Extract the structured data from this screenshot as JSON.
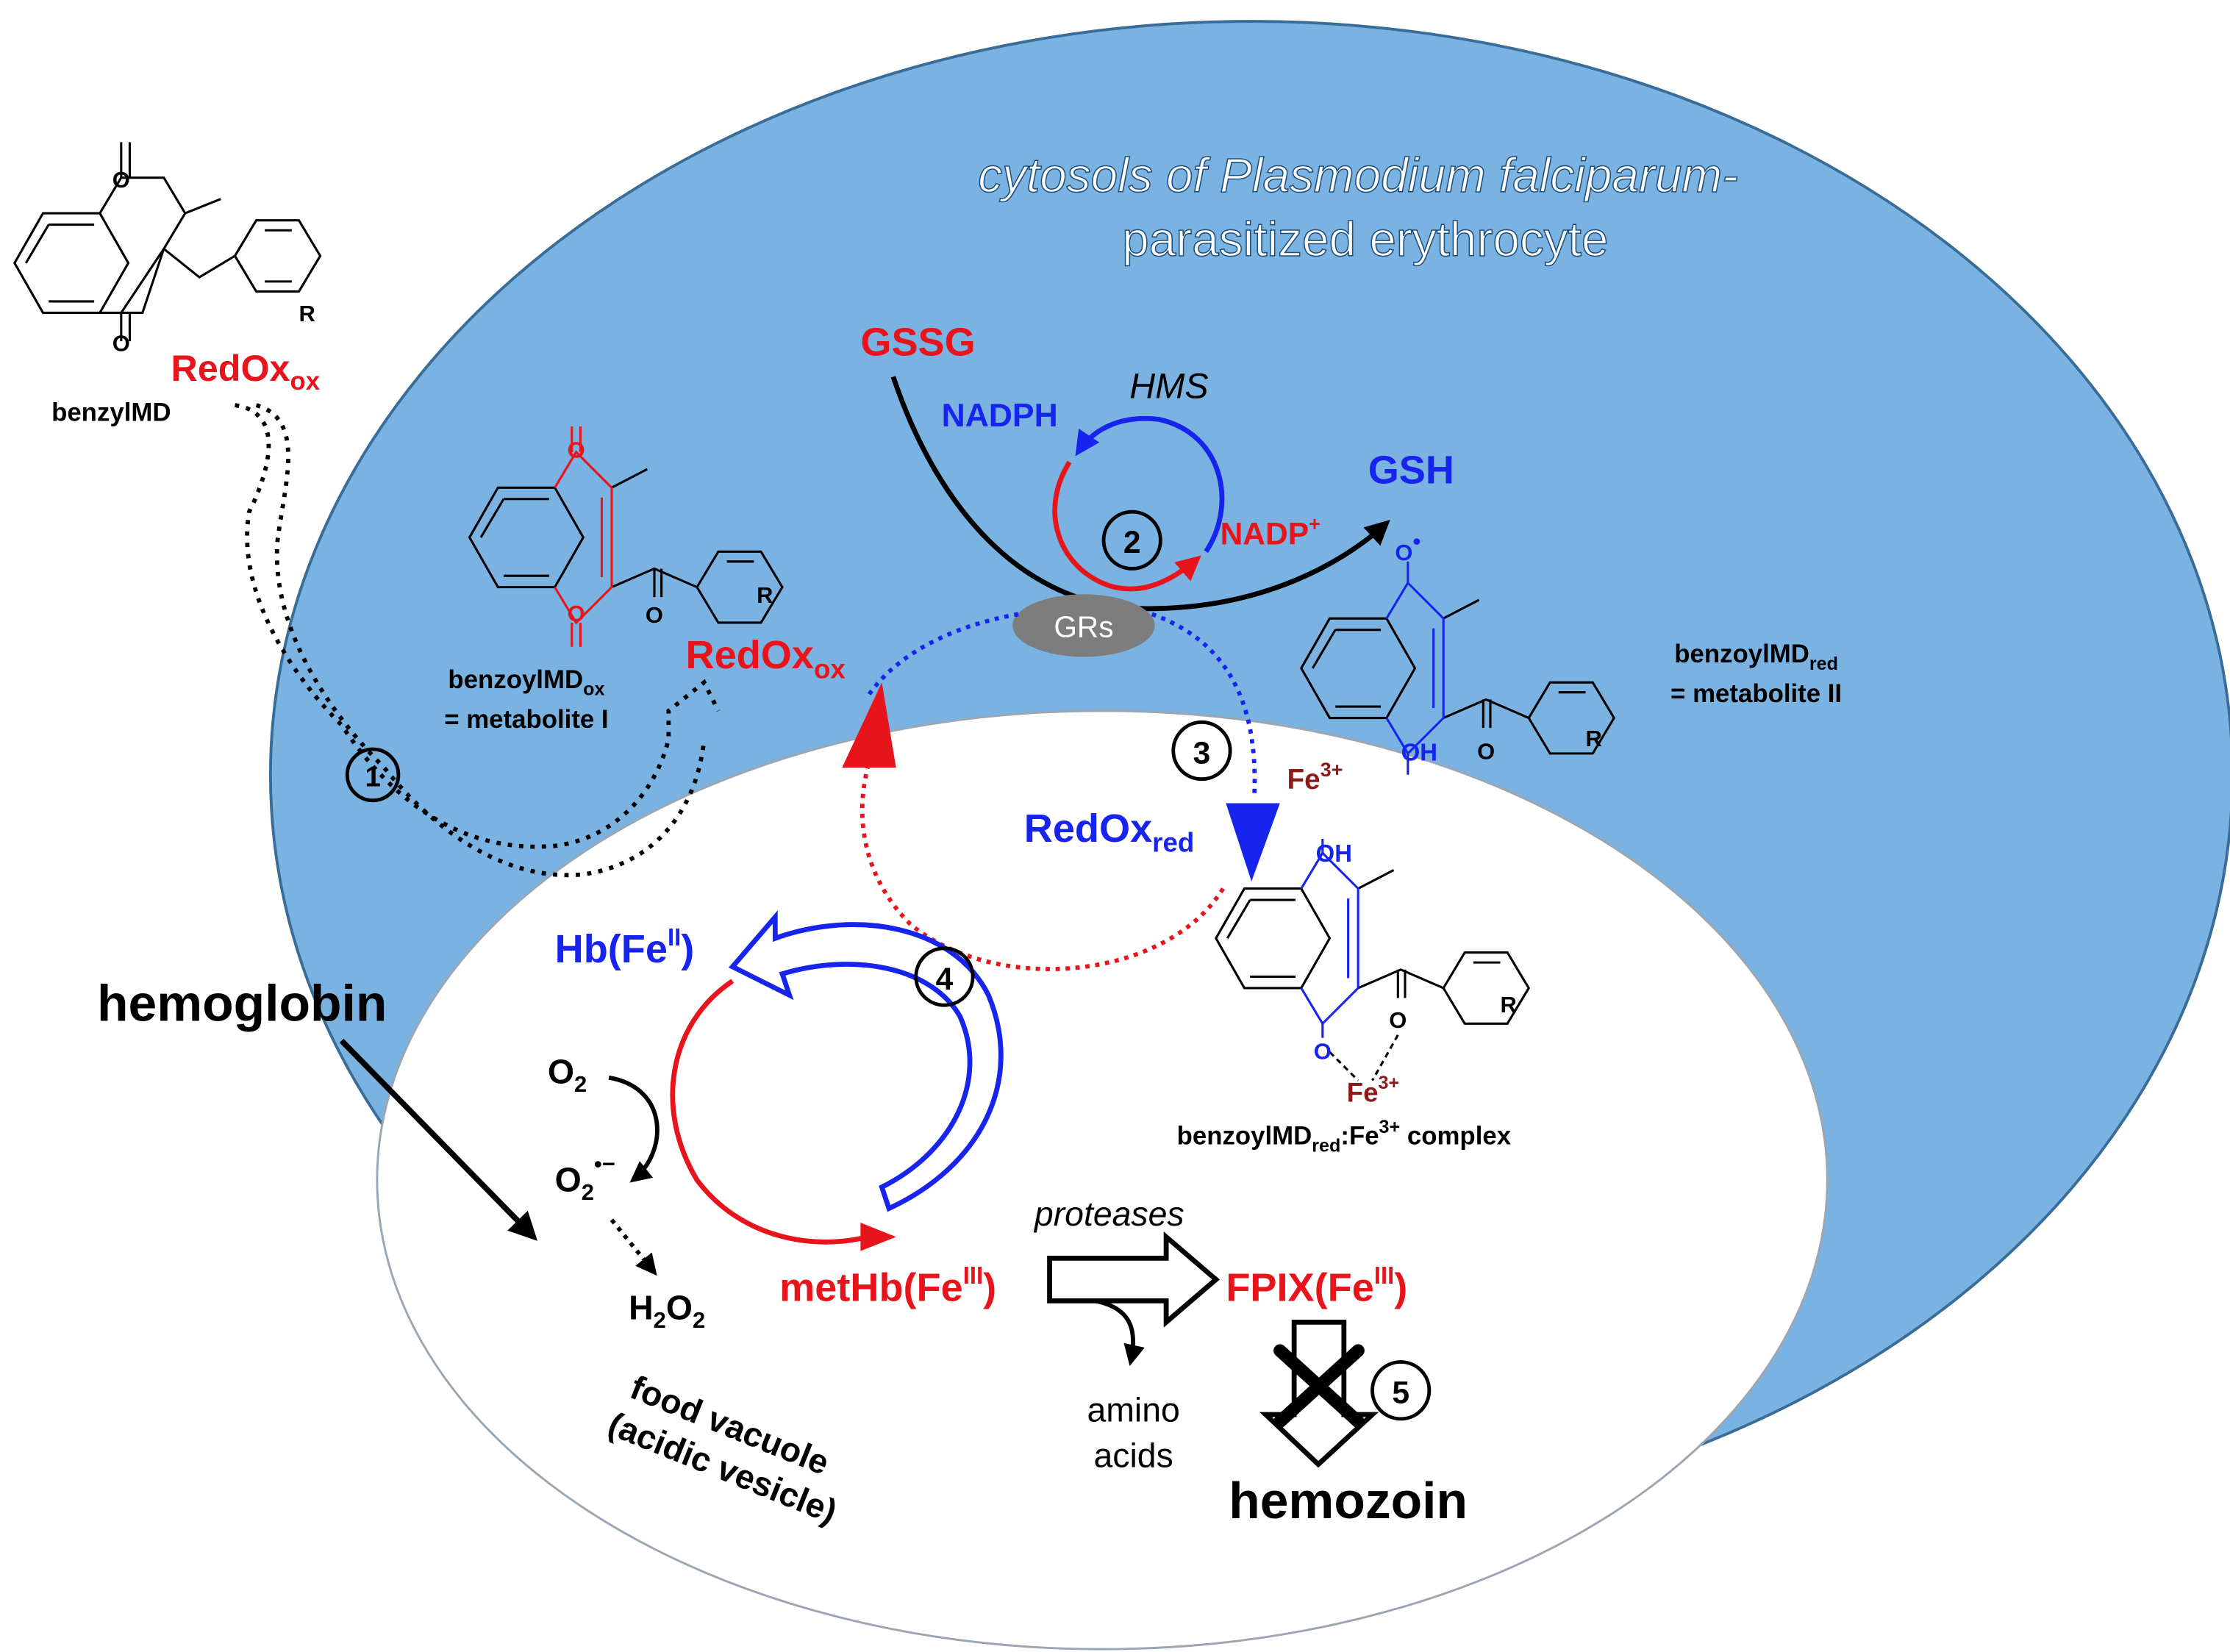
{
  "colors": {
    "cytosol_fill": "#7ab3e2",
    "cytosol_edge": "#3a6c98",
    "vacuole_fill": "#ffffff",
    "red": "#e8141b",
    "blue": "#1624ee",
    "dark_red": "#8b1a1a",
    "black": "#000000",
    "grs_fill": "#7d7d7d"
  },
  "labels": {
    "cytosol_line1": "cytosols of Plasmodium falciparum-",
    "cytosol_line2": "parasitized erythrocyte",
    "benzylimd": "benzylMD",
    "redox_ox_top": "RedOx",
    "redox_ox_top_sub": "ox",
    "gssg": "GSSG",
    "hms": "HMS",
    "nadph": "NADPH",
    "nadp": "NADP",
    "nadp_sup": "+",
    "gsh": "GSH",
    "grs": "GRs",
    "step1": "1",
    "step2": "2",
    "step3": "3",
    "step4": "4",
    "step5": "5",
    "benzoyl_ox_name": "benzoylMD",
    "benzoyl_ox_sub": "ox",
    "benzoyl_ox_meta": "= metabolite I",
    "redox_ox_mid": "RedOx",
    "redox_ox_mid_sub": "ox",
    "benzoyl_red_name": "benzoylMD",
    "benzoyl_red_sub": "red",
    "benzoyl_red_meta": "= metabolite II",
    "fe3_free": "Fe",
    "fe3_free_sup": "3+",
    "redox_red": "RedOx",
    "redox_red_sub": "red",
    "hb": "Hb(Fe",
    "hb_sup": "II",
    "hb_close": ")",
    "hemoglobin": "hemoglobin",
    "o2": "O",
    "o2_sub": "2",
    "superoxide": "O",
    "superoxide_sub": "2",
    "superoxide_sup": "•−",
    "h2o2_a": "H",
    "h2o2_b": "2",
    "h2o2_c": "O",
    "h2o2_d": "2",
    "complex_name": "benzoylMD",
    "complex_sub": "red",
    "complex_fe": ":Fe",
    "complex_sup": "3+",
    "complex_tail": " complex",
    "fe3_bound": "Fe",
    "fe3_bound_sup": "3+",
    "proteases": "proteases",
    "methb": "metHb(Fe",
    "methb_sup": "III",
    "methb_close": ")",
    "fpix": "FPIX(Fe",
    "fpix_sup": "III",
    "fpix_close": ")",
    "amino1": "amino",
    "amino2": "acids",
    "hemozoin": "hemozoin",
    "food1": "food  vacuole",
    "food2": "(acidic vesicle)",
    "atom_o": "O",
    "atom_oh": "OH",
    "atom_r": "R",
    "radical_dot": "•"
  }
}
